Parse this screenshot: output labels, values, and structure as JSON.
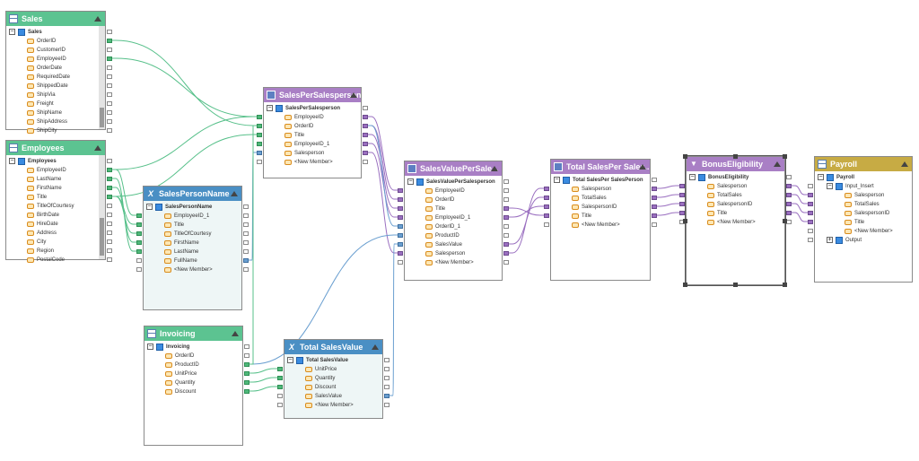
{
  "colors": {
    "table_header": "#5cc391",
    "calc_header": "#4a8fc4",
    "transform_header": "#a97fc5",
    "dest_header": "#c7ab44",
    "wire_green": "#57c08a",
    "wire_purple": "#9a6fc0",
    "wire_blue": "#6a9fd0"
  },
  "nodes": {
    "sales": {
      "title": "Sales",
      "icon": "table-icon",
      "rows": [
        "Sales",
        "OrderID",
        "CustomerID",
        "EmployeeID",
        "OrderDate",
        "RequiredDate",
        "ShippedDate",
        "ShipVia",
        "Freight",
        "ShipName",
        "ShipAddress",
        "ShipCity"
      ]
    },
    "employees": {
      "title": "Employees",
      "icon": "table-icon",
      "rows": [
        "Employees",
        "EmployeeID",
        "LastName",
        "FirstName",
        "Title",
        "TitleOfCourtesy",
        "BirthDate",
        "HireDate",
        "Address",
        "City",
        "Region",
        "PostalCode"
      ]
    },
    "salesPersonName": {
      "title": "SalesPersonName",
      "icon": "function-icon",
      "rows": [
        "SalesPersonName",
        "EmployeeID_1",
        "Title",
        "TitleOfCourtesy",
        "FirstName",
        "LastName",
        "FullName",
        "<New Member>"
      ]
    },
    "salesPerSalesperson": {
      "title": "SalesPerSalesperson",
      "icon": "aggregate-icon",
      "rows": [
        "SalesPerSalesperson",
        "EmployeeID",
        "OrderID",
        "Title",
        "EmployeeID_1",
        "Salesperson",
        "<New Member>"
      ]
    },
    "salesValuePerSales": {
      "title": "SalesValuePerSale...",
      "icon": "aggregate-icon",
      "rows": [
        "SalesValuePerSalesperson",
        "EmployeeID",
        "OrderID",
        "Title",
        "EmployeeID_1",
        "OrderID_1",
        "ProductID",
        "SalesValue",
        "Salesperson",
        "<New Member>"
      ]
    },
    "totalSalesPerSales": {
      "title": "Total SalesPer Sales...",
      "icon": "aggregate-icon",
      "rows": [
        "Total SalesPer SalesPerson",
        "Salesperson",
        "TotalSales",
        "SalespersonID",
        "Title",
        "<New Member>"
      ]
    },
    "bonusEligibility": {
      "title": "BonusEligibility",
      "icon": "filter-icon",
      "rows": [
        "BonusEligibility",
        "Salesperson",
        "TotalSales",
        "SalespersonID",
        "Title",
        "<New Member>"
      ]
    },
    "payroll": {
      "title": "Payroll",
      "icon": "table-icon",
      "rows": [
        "Payroll",
        "Input_Insert",
        "Salesperson",
        "TotalSales",
        "SalespersonID",
        "Title",
        "<New Member>",
        "Output"
      ]
    },
    "invoicing": {
      "title": "Invoicing",
      "icon": "table-icon",
      "rows": [
        "Invoicing",
        "OrderID",
        "ProductID",
        "UnitPrice",
        "Quantity",
        "Discount"
      ]
    },
    "totalSalesValue": {
      "title": "Total SalesValue",
      "icon": "function-icon",
      "rows": [
        "Total SalesValue",
        "UnitPrice",
        "Quantity",
        "Discount",
        "SalesValue",
        "<New Member>"
      ]
    }
  }
}
